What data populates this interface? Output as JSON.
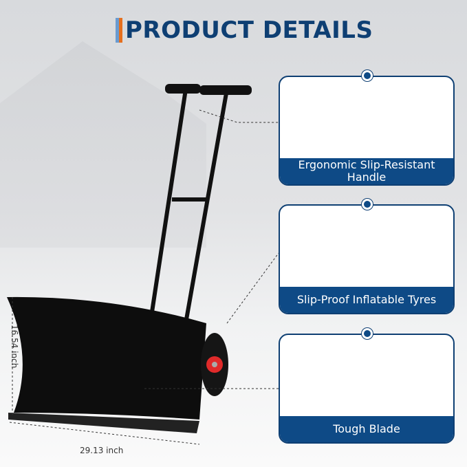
{
  "title": "PRODUCT DETAILS",
  "colors": {
    "accent": "#0e4a86",
    "title": "#0e3f73",
    "orange": "#e56f1e",
    "wheel": "#e02a2a"
  },
  "features": [
    {
      "label": "Ergonomic Slip-Resistant Handle"
    },
    {
      "label": "Slip-Proof Inflatable Tyres"
    },
    {
      "label": "Tough Blade"
    }
  ],
  "dimensions": {
    "height": "16.54 inch",
    "width": "29.13 inch"
  }
}
